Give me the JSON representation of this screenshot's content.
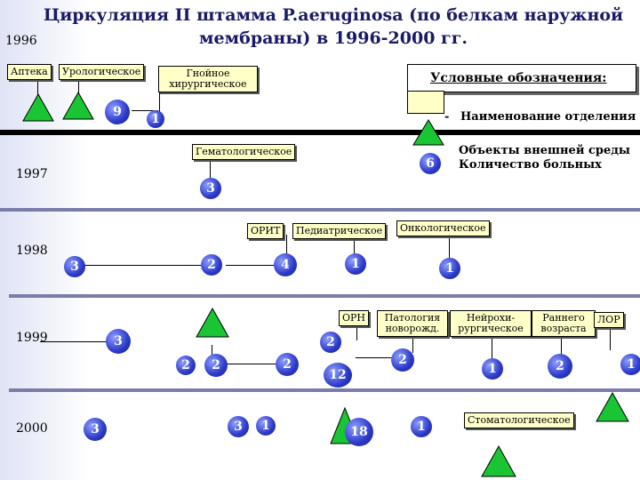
{
  "title_line1": "Циркуляция II штамма P.aeruginosa (по белкам наружной",
  "title_line2": "мембраны) в 1996-2000 гг.",
  "years": [
    "1996",
    "1997",
    "1998",
    "1999",
    "2000"
  ],
  "legend": {
    "title": "Условные обозначения:",
    "dept_dash": "-",
    "dept_label": "Наименование отделения",
    "env_label": "Объекты внешней среды",
    "count_label": "Количество больных",
    "sample_count": "6"
  },
  "departments": {
    "apteka": "Аптека",
    "urolog": "Урологическое",
    "gnoin": "Гнойное хирургическое",
    "gemat": "Гематологическое",
    "orit": "ОРИТ",
    "pediatr": "Педиатрическое",
    "onkolog": "Онкологическое",
    "orn": "ОРН",
    "patolog": "Патология новорожд.",
    "neiro": "Нейрохи-рургическое",
    "rannego": "Раннего возраста",
    "lor": "ЛОР",
    "stomat": "Стоматологическое"
  },
  "counts": {
    "c1996_urolog": "9",
    "c1996_gnoin": "1",
    "c1997_gemat": "3",
    "c1998_a": "3",
    "c1998_b": "2",
    "c1998_orit": "4",
    "c1998_ped": "1",
    "c1998_onk": "1",
    "c1999_a": "3",
    "c1999_orn": "2",
    "c1999_b": "2",
    "c1999_c": "2",
    "c1999_d": "2",
    "c1999_e": "12",
    "c1999_patolog": "2",
    "c1999_neiro": "1",
    "c1999_rannego": "2",
    "c1999_lor": "1",
    "c2000_a": "3",
    "c2000_b": "3",
    "c2000_c": "1",
    "c2000_d": "18",
    "c2000_e": "1"
  }
}
